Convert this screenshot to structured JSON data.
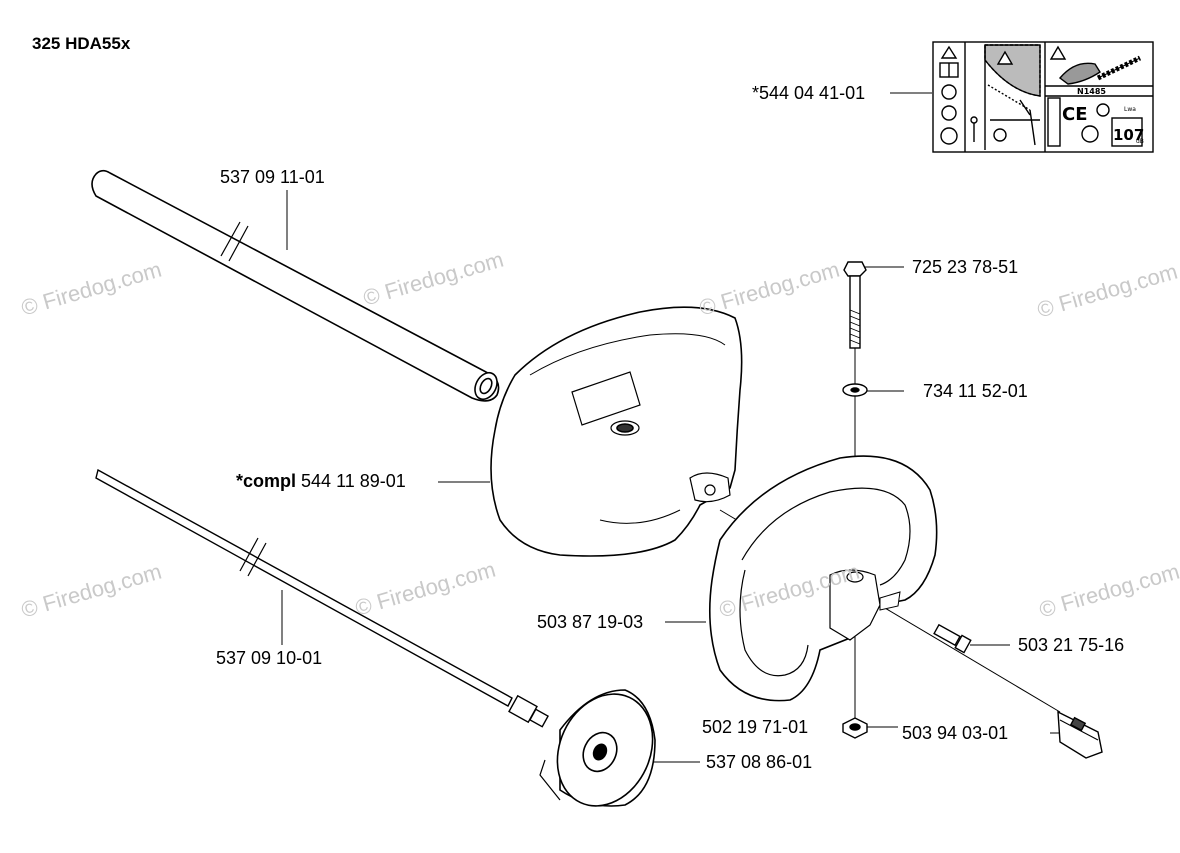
{
  "model": "325 HDA55x",
  "watermark": "© Firedog.com",
  "parts": {
    "label_decal": "*544 04 41-01",
    "tube": "537 09 11-01",
    "bolt": "725 23 78-51",
    "washer": "734 11 52-01",
    "guard_prefix": "*compl",
    "guard": "544 11 89-01",
    "handle": "503 87 19-03",
    "screw": "503 21 75-16",
    "shaft": "537 09 10-01",
    "nut": "502 19 71-01",
    "connector": "503 94 03-01",
    "drum": "537 08 86-01"
  },
  "decal": {
    "code": "N1485",
    "ce": "CE",
    "db": "107",
    "db_unit": "dB",
    "lwa": "Lwa"
  }
}
